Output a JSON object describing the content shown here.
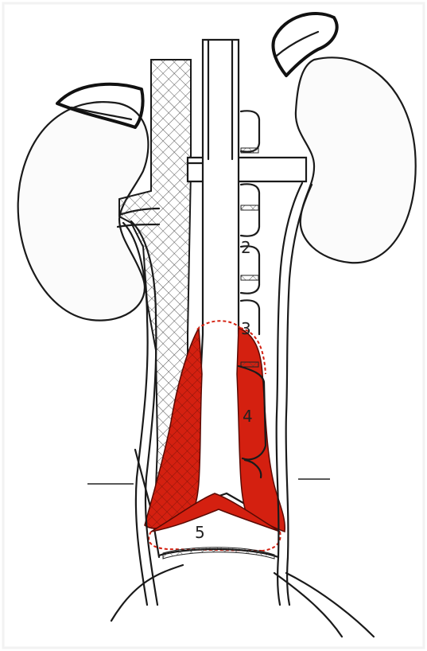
{
  "figure": {
    "vertebra_labels": [
      "2",
      "3",
      "4",
      "5"
    ],
    "colors": {
      "background": "#ffffff",
      "ink": "#1a1a1a",
      "shaded_region": "#d42010",
      "dashed_outline": "#d42010",
      "paper_edge": "#f2f2f2"
    }
  }
}
